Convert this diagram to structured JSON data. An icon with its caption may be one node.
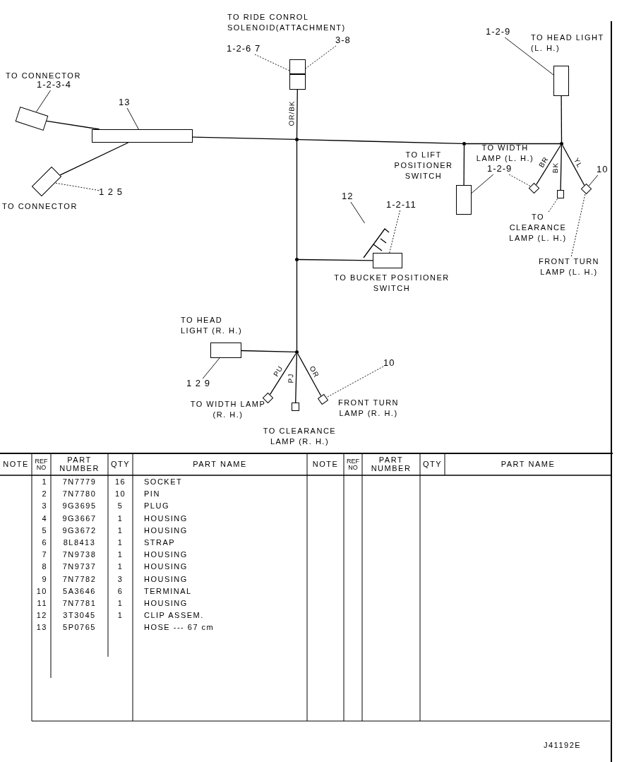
{
  "diagram": {
    "nodes": [
      {
        "text": [],
        "shape": "box"
      },
      {
        "text": [],
        "shape": "box",
        "beside": [
          "TO CONNECTOR"
        ]
      },
      {
        "text": [],
        "shape": "box"
      },
      {
        "text": [],
        "shape": "box"
      },
      {
        "text": [],
        "shape": "box",
        "beside": [
          "TO HEAD LIGHT (L. H.)"
        ]
      },
      {
        "text": [],
        "shape": "box",
        "beside": [
          "TO LIFT POSITIONER SWITCH"
        ]
      },
      {
        "text": [],
        "shape": "box"
      },
      {
        "text": [],
        "shape": "box"
      },
      {
        "text": [],
        "shape": "box"
      },
      {
        "text": [],
        "shape": "box",
        "beside": [
          "TO BUCKET POSITIONER SWITCH"
        ]
      },
      {
        "text": [],
        "shape": "picture"
      },
      {
        "text": [],
        "shape": "box",
        "beside": [
          "TO HEAD LIGHT (R. H.)"
        ]
      },
      {
        "text": [],
        "shape": "box",
        "beside": [
          "TO WIDTH LAMP (R. H.)"
        ]
      },
      {
        "text": [],
        "shape": "box",
        "beside": [
          "TO CLEARANCE LAMP (R. H.)"
        ]
      },
      {
        "text": [],
        "shape": "box",
        "beside": [
          "FRONT TURN LAMP (R. H.)"
        ]
      },
      {
        "text": [],
        "shape": "dot"
      },
      {
        "text": [],
        "shape": "dot"
      },
      {
        "text": [],
        "shape": "dot"
      },
      {
        "text": [],
        "shape": "dot"
      },
      {
        "text": [],
        "shape": "dot"
      },
      {
        "text": [
          "1-2-3-4"
        ]
      },
      {
        "text": [
          "1 2 5"
        ]
      },
      {
        "text": [
          "13"
        ]
      },
      {
        "text": [
          "1-2-6 7"
        ]
      },
      {
        "text": [
          "3-8"
        ]
      },
      {
        "text": [
          "1-2-9"
        ]
      },
      {
        "text": [
          "1-2-9"
        ]
      },
      {
        "text": [
          "10"
        ]
      },
      {
        "text": [
          "TO CLEARANCE LAMP (L. H.)"
        ]
      },
      {
        "text": [
          "FRONT TURN LAMP (L. H.)"
        ]
      },
      {
        "text": [
          "12"
        ]
      },
      {
        "text": [
          "1-2-11"
        ]
      },
      {
        "text": [
          "1 2 9"
        ]
      },
      {
        "text": [
          "10"
        ]
      }
    ],
    "edges": [
      {
        "from": 0,
        "to": 2,
        "arrow": "none"
      },
      {
        "from": 1,
        "to": 2,
        "arrow": "none"
      },
      {
        "from": 2,
        "to": 15,
        "arrow": "none"
      },
      {
        "from": 3,
        "to": 15,
        "arrow": "none",
        "label": "OR/BK"
      },
      {
        "from": 15,
        "to": 16,
        "arrow": "none"
      },
      {
        "from": 16,
        "to": 17,
        "arrow": "none"
      },
      {
        "from": 16,
        "to": 5,
        "arrow": "none"
      },
      {
        "from": 17,
        "to": 4,
        "arrow": "none"
      },
      {
        "from": 17,
        "to": 6,
        "arrow": "none",
        "label": "BR"
      },
      {
        "from": 17,
        "to": 7,
        "arrow": "none",
        "label": "BK"
      },
      {
        "from": 17,
        "to": 8,
        "arrow": "none",
        "label": "YL"
      },
      {
        "from": 15,
        "to": 18,
        "arrow": "none"
      },
      {
        "from": 18,
        "to": 9,
        "arrow": "none"
      },
      {
        "from": 18,
        "to": 19,
        "arrow": "none"
      },
      {
        "from": 19,
        "to": 11,
        "arrow": "none"
      },
      {
        "from": 19,
        "to": 12,
        "arrow": "none",
        "label": "PU"
      },
      {
        "from": 19,
        "to": 13,
        "arrow": "none",
        "label": "PJ"
      },
      {
        "from": 19,
        "to": 14,
        "arrow": "none",
        "label": "OR"
      },
      {
        "from": 20,
        "to": 0,
        "arrow": "none"
      },
      {
        "from": 21,
        "to": 1,
        "arrow": "none",
        "style": "dashed"
      },
      {
        "from": 22,
        "to": 2,
        "arrow": "none"
      },
      {
        "from": 23,
        "to": 3,
        "arrow": "none",
        "style": "dashed"
      },
      {
        "from": 24,
        "to": 3,
        "arrow": "none",
        "style": "dashed"
      },
      {
        "from": 25,
        "to": 4,
        "arrow": "none"
      },
      {
        "from": 26,
        "to": 5,
        "arrow": "none"
      },
      {
        "from": 26,
        "to": 6,
        "arrow": "none",
        "style": "dashed"
      },
      {
        "from": 27,
        "to": 8,
        "arrow": "none"
      },
      {
        "from": 28,
        "to": 7,
        "arrow": "none",
        "style": "dashed"
      },
      {
        "from": 29,
        "to": 8,
        "arrow": "none",
        "style": "dashed"
      },
      {
        "from": 30,
        "to": 10,
        "arrow": "none"
      },
      {
        "from": 31,
        "to": 9,
        "arrow": "none",
        "style": "dashed"
      },
      {
        "from": 32,
        "to": 11,
        "arrow": "none"
      },
      {
        "from": 33,
        "to": 14,
        "arrow": "none",
        "style": "dashed"
      }
    ],
    "labels": [
      "TO CONNECTOR",
      "TO RIDE CONROL SOLENOID(ATTACHMENT)",
      "TO WIDTH LAMP (L. H.)",
      "NOTE",
      "REF NO",
      "PART NUMBER",
      "QTY",
      "PART NAME",
      "NOTE",
      "REF NO",
      "PART NUMBER",
      "QTY",
      "PART NAME",
      "1",
      "7N7779",
      "16",
      "SOCKET",
      "2",
      "7N7780",
      "10",
      "PIN",
      "3",
      "9G3695",
      "5",
      "PLUG",
      "4",
      "9G3667",
      "1",
      "HOUSING",
      "5",
      "9G3672",
      "1",
      "HOUSING",
      "6",
      "8L8413",
      "1",
      "STRAP",
      "7",
      "7N9738",
      "1",
      "HOUSING",
      "8",
      "7N9737",
      "1",
      "HOUSING",
      "9",
      "7N7782",
      "3",
      "HOUSING",
      "10",
      "5A3646",
      "6",
      "TERMINAL",
      "11",
      "7N7781",
      "1",
      "HOUSING",
      "12",
      "3T3045",
      "1",
      "CLIP ASSEM.",
      "13",
      "5P0765",
      "HOSE --- 67 cm",
      "J41192E"
    ]
  }
}
